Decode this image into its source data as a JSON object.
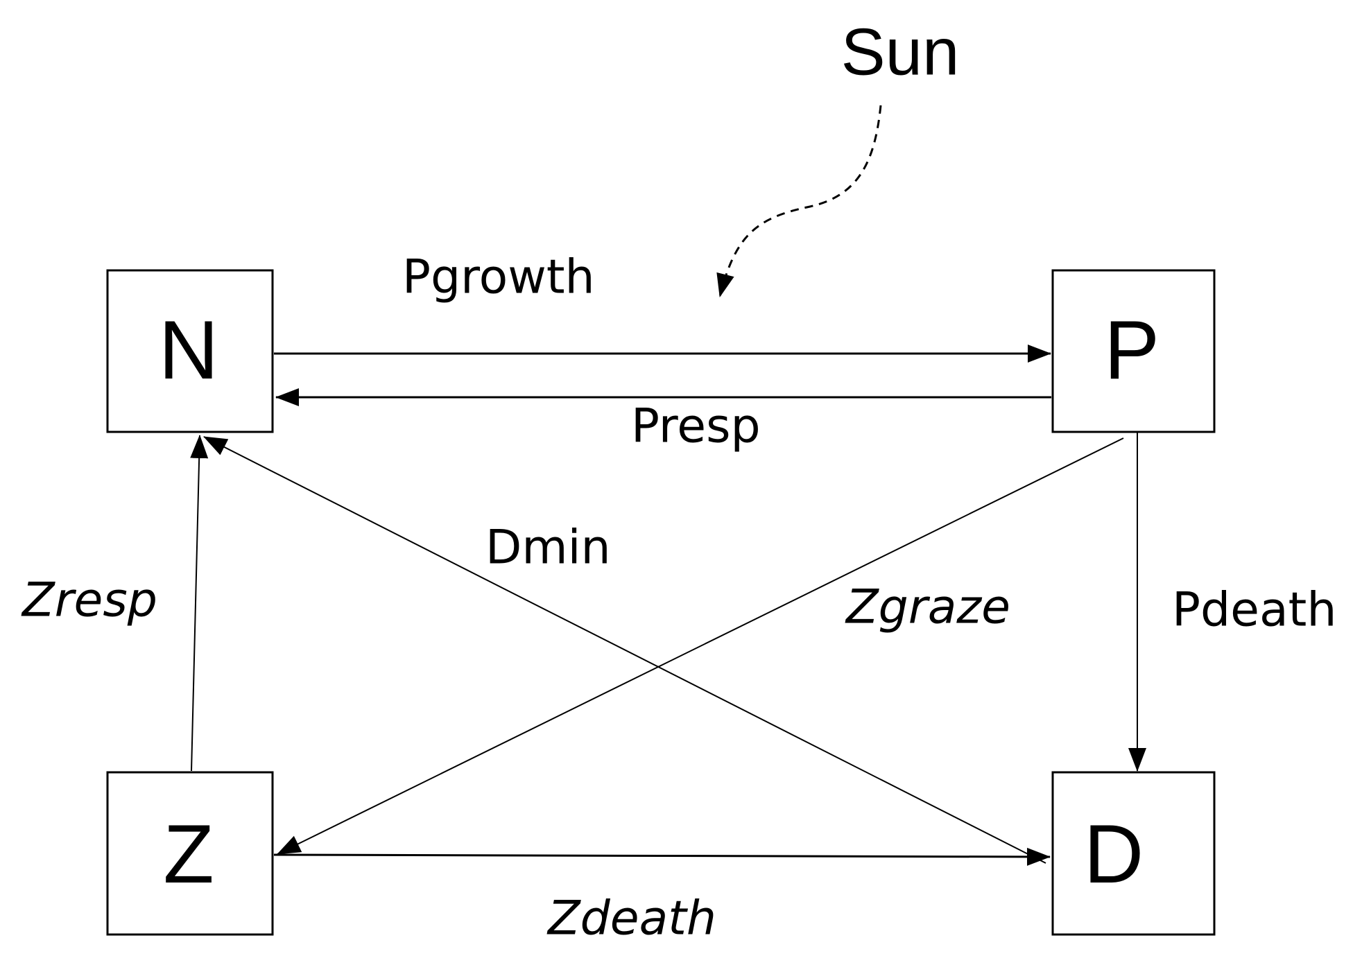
{
  "compartments": {
    "N": "N",
    "P": "P",
    "Z": "Z",
    "D": "D"
  },
  "sun": {
    "label": "Sun"
  },
  "flows": {
    "pgrowth": "Pgrowth",
    "presp": "Presp",
    "dmin": "Dmin",
    "zresp": "Zresp",
    "zgraze": "Zgraze",
    "pdeath": "Pdeath",
    "zdeath": "Zdeath"
  },
  "colors": {
    "stroke": "#000000",
    "background": "#ffffff"
  }
}
